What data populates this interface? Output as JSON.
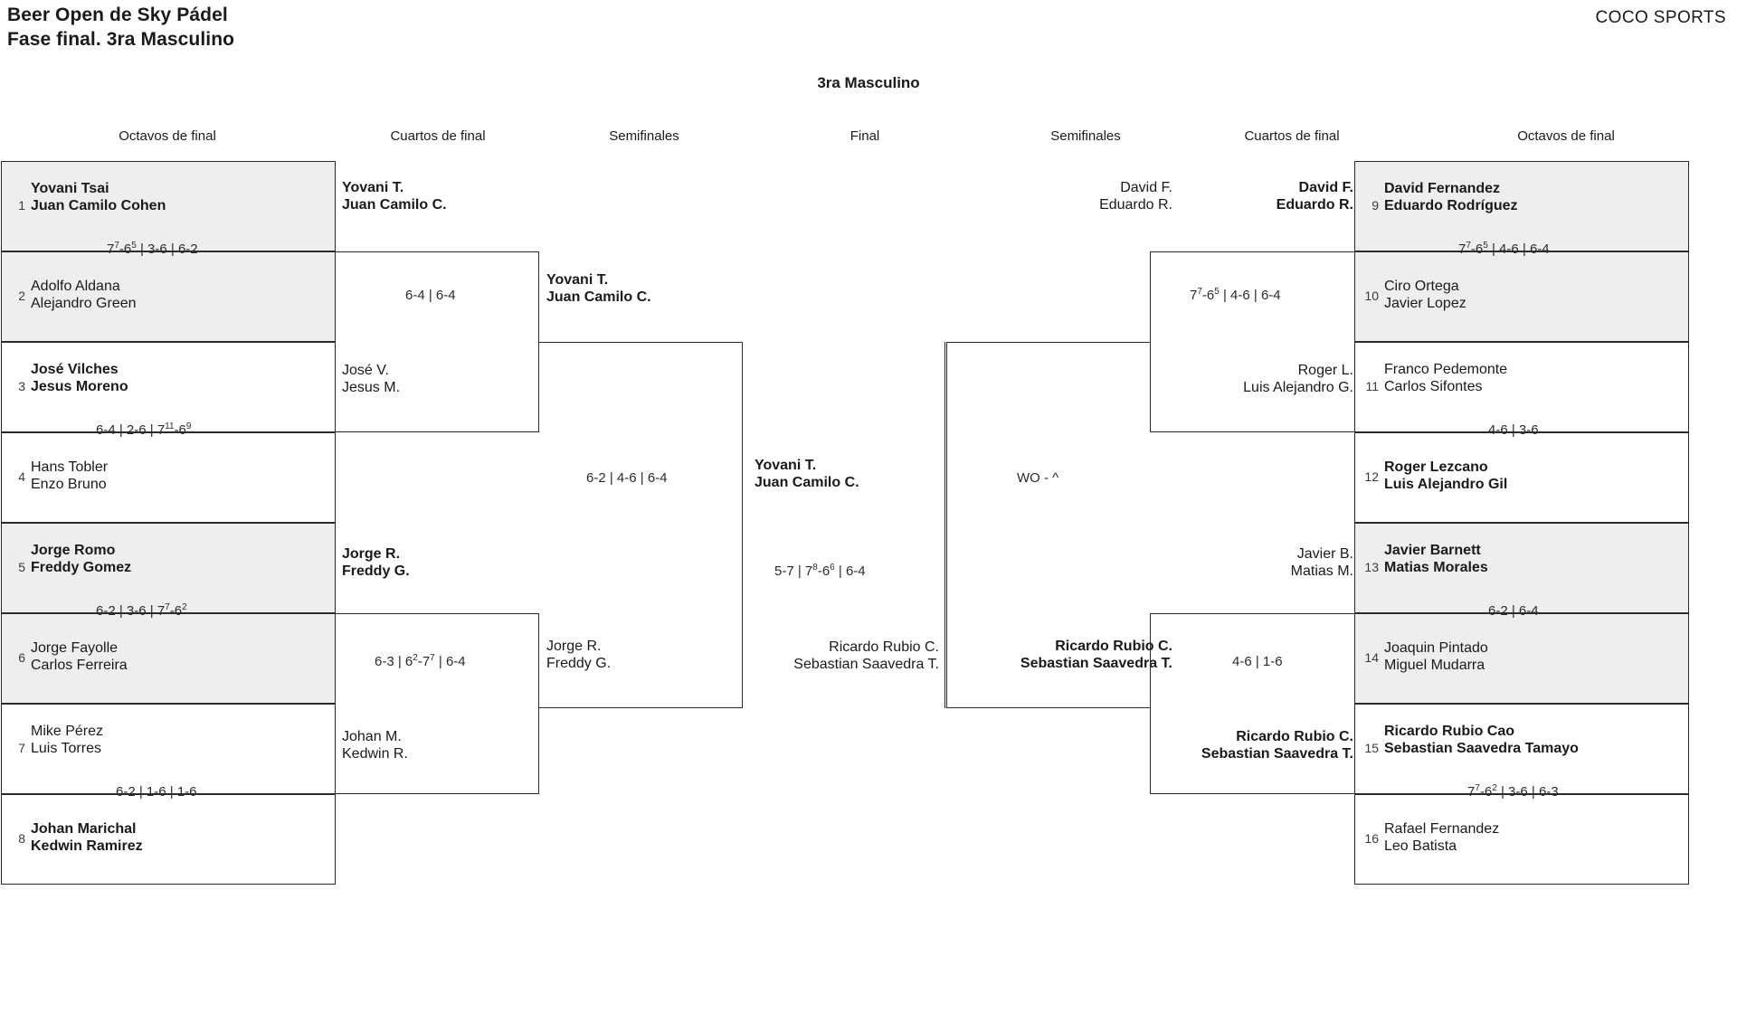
{
  "header": {
    "title_line1": "Beer Open de Sky Pádel",
    "title_line2": "Fase final. 3ra Masculino",
    "brand": "COCO SPORTS",
    "draw_title": "3ra Masculino"
  },
  "rounds": {
    "left_r16": "Octavos de final",
    "left_qf": "Cuartos de final",
    "left_sf": "Semifinales",
    "final": "Final",
    "right_sf": "Semifinales",
    "right_qf": "Cuartos de final",
    "right_r16": "Octavos de final"
  },
  "left_r16": [
    {
      "seed": "1",
      "p1": "Yovani Tsai",
      "p2": "Juan Camilo Cohen",
      "winner": true,
      "shaded": true
    },
    {
      "seed": "2",
      "p1": "Adolfo Aldana",
      "p2": "Alejandro Green",
      "winner": false,
      "shaded": true
    },
    {
      "seed": "3",
      "p1": "José Vilches",
      "p2": "Jesus Moreno",
      "winner": true,
      "shaded": false
    },
    {
      "seed": "4",
      "p1": "Hans Tobler",
      "p2": "Enzo Bruno",
      "winner": false,
      "shaded": false
    },
    {
      "seed": "5",
      "p1": "Jorge Romo",
      "p2": "Freddy Gomez",
      "winner": true,
      "shaded": true
    },
    {
      "seed": "6",
      "p1": "Jorge Fayolle",
      "p2": "Carlos Ferreira",
      "winner": false,
      "shaded": true
    },
    {
      "seed": "7",
      "p1": "Mike Pérez",
      "p2": "Luis Torres",
      "winner": false,
      "shaded": false
    },
    {
      "seed": "8",
      "p1": "Johan Marichal",
      "p2": "Kedwin Ramirez",
      "winner": true,
      "shaded": false
    }
  ],
  "left_r16_scores": [
    {
      "sets": [
        {
          "a": "7",
          "sa": "7",
          "b": "6",
          "sb": "5"
        },
        {
          "a": "3",
          "b": "6"
        },
        {
          "a": "6",
          "b": "2"
        }
      ]
    },
    {
      "sets": [
        {
          "a": "6",
          "b": "4"
        },
        {
          "a": "2",
          "b": "6"
        },
        {
          "a": "7",
          "sa": "11",
          "b": "6",
          "sb": "9"
        }
      ]
    },
    {
      "sets": [
        {
          "a": "6",
          "b": "2"
        },
        {
          "a": "3",
          "b": "6"
        },
        {
          "a": "7",
          "sa": "7",
          "b": "6",
          "sb": "2"
        }
      ]
    },
    {
      "sets": [
        {
          "a": "6",
          "b": "2"
        },
        {
          "a": "1",
          "b": "6"
        },
        {
          "a": "1",
          "b": "6"
        }
      ]
    }
  ],
  "left_qf": [
    {
      "p1": "Yovani T.",
      "p2": "Juan Camilo C.",
      "winner": true
    },
    {
      "p1": "José V.",
      "p2": "Jesus M.",
      "winner": false
    },
    {
      "p1": "Jorge R.",
      "p2": "Freddy G.",
      "winner": true
    },
    {
      "p1": "Johan M.",
      "p2": "Kedwin R.",
      "winner": false
    }
  ],
  "left_qf_scores": [
    {
      "sets": [
        {
          "a": "6",
          "b": "4"
        },
        {
          "a": "6",
          "b": "4"
        }
      ]
    },
    {
      "sets": [
        {
          "a": "6",
          "b": "3"
        },
        {
          "a": "6",
          "sa": "2",
          "b": "7",
          "sb": "7"
        },
        {
          "a": "6",
          "b": "4"
        }
      ]
    }
  ],
  "left_sf": [
    {
      "p1": "Yovani T.",
      "p2": "Juan Camilo C.",
      "winner": true
    },
    {
      "p1": "Jorge R.",
      "p2": "Freddy G.",
      "winner": false
    }
  ],
  "left_sf_scores": [
    {
      "sets": [
        {
          "a": "6",
          "b": "2"
        },
        {
          "a": "4",
          "b": "6"
        },
        {
          "a": "6",
          "b": "4"
        }
      ]
    }
  ],
  "final": {
    "top": {
      "p1": "Yovani T.",
      "p2": "Juan Camilo C.",
      "winner": true
    },
    "bottom": {
      "p1": "Ricardo Rubio C.",
      "p2": "Sebastian Saavedra T.",
      "winner": false
    },
    "score": {
      "sets": [
        {
          "a": "5",
          "b": "7"
        },
        {
          "a": "7",
          "sa": "8",
          "b": "6",
          "sb": "6"
        },
        {
          "a": "6",
          "b": "4"
        }
      ]
    }
  },
  "right_sf": [
    {
      "p1": "David F.",
      "p2": "Eduardo R.",
      "winner": false
    },
    {
      "p1": "Ricardo Rubio C.",
      "p2": "Sebastian Saavedra T.",
      "winner": true
    }
  ],
  "right_sf_scores": [
    {
      "text": "WO - ^"
    }
  ],
  "right_qf": [
    {
      "p1": "David F.",
      "p2": "Eduardo R.",
      "winner": true
    },
    {
      "p1": "Roger L.",
      "p2": "Luis Alejandro G.",
      "winner": false
    },
    {
      "p1": "Javier B.",
      "p2": "Matias M.",
      "winner": false
    },
    {
      "p1": "Ricardo Rubio C.",
      "p2": "Sebastian Saavedra T.",
      "winner": true
    }
  ],
  "right_qf_scores": [
    {
      "sets": [
        {
          "a": "7",
          "sa": "7",
          "b": "6",
          "sb": "5"
        },
        {
          "a": "4",
          "b": "6"
        },
        {
          "a": "6",
          "b": "4"
        }
      ]
    },
    {
      "sets": [
        {
          "a": "4",
          "b": "6"
        },
        {
          "a": "1",
          "b": "6"
        }
      ]
    }
  ],
  "right_r16": [
    {
      "seed": "9",
      "p1": "David Fernandez",
      "p2": "Eduardo Rodríguez",
      "winner": true,
      "shaded": true
    },
    {
      "seed": "10",
      "p1": "Ciro Ortega",
      "p2": "Javier Lopez",
      "winner": false,
      "shaded": true
    },
    {
      "seed": "11",
      "p1": "Franco Pedemonte",
      "p2": "Carlos Sifontes",
      "winner": false,
      "shaded": false
    },
    {
      "seed": "12",
      "p1": "Roger Lezcano",
      "p2": "Luis Alejandro Gil",
      "winner": true,
      "shaded": false
    },
    {
      "seed": "13",
      "p1": "Javier Barnett",
      "p2": "Matias Morales",
      "winner": true,
      "shaded": true
    },
    {
      "seed": "14",
      "p1": "Joaquin Pintado",
      "p2": "Miguel Mudarra",
      "winner": false,
      "shaded": true
    },
    {
      "seed": "15",
      "p1": "Ricardo Rubio Cao",
      "p2": "Sebastian Saavedra Tamayo",
      "winner": true,
      "shaded": false
    },
    {
      "seed": "16",
      "p1": "Rafael Fernandez",
      "p2": "Leo Batista",
      "winner": false,
      "shaded": false
    }
  ],
  "right_r16_scores": [
    {
      "sets": [
        {
          "a": "7",
          "sa": "7",
          "b": "6",
          "sb": "5"
        },
        {
          "a": "4",
          "b": "6"
        },
        {
          "a": "6",
          "b": "4"
        }
      ]
    },
    {
      "sets": [
        {
          "a": "4",
          "b": "6"
        },
        {
          "a": "3",
          "b": "6"
        }
      ]
    },
    {
      "sets": [
        {
          "a": "6",
          "b": "2"
        },
        {
          "a": "6",
          "b": "4"
        }
      ]
    },
    {
      "sets": [
        {
          "a": "7",
          "sa": "7",
          "b": "6",
          "sb": "2"
        },
        {
          "a": "3",
          "b": "6"
        },
        {
          "a": "6",
          "b": "3"
        }
      ]
    }
  ]
}
